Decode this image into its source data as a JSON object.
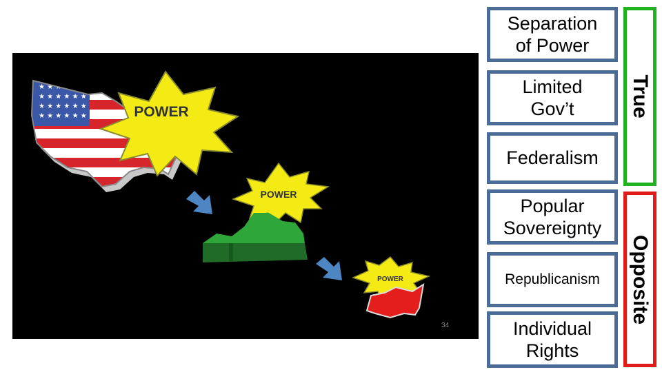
{
  "image": {
    "starburst_large": "POWER",
    "starburst_medium": "POWER",
    "starburst_small": "POWER",
    "slide_number": "34",
    "colors": {
      "flag_red": "#d6262c",
      "flag_blue": "#3a57a8",
      "state_green": "#2fa63a",
      "county_red": "#e41d1d",
      "starburst_yellow": "#f4ea14",
      "arrow_blue": "#4e86c4"
    }
  },
  "principles": [
    {
      "label": "Separation\nof Power"
    },
    {
      "label": "Limited\nGov’t"
    },
    {
      "label": "Federalism"
    },
    {
      "label": "Popular\nSovereignty"
    },
    {
      "label": "Republicanism"
    },
    {
      "label": "Individual\nRights"
    }
  ],
  "groups": {
    "true_label": "True",
    "true_color": "#1fb21f",
    "opposite_label": "Opposite",
    "opposite_color": "#e11a1a"
  },
  "box_border_color": "#4a6c96"
}
